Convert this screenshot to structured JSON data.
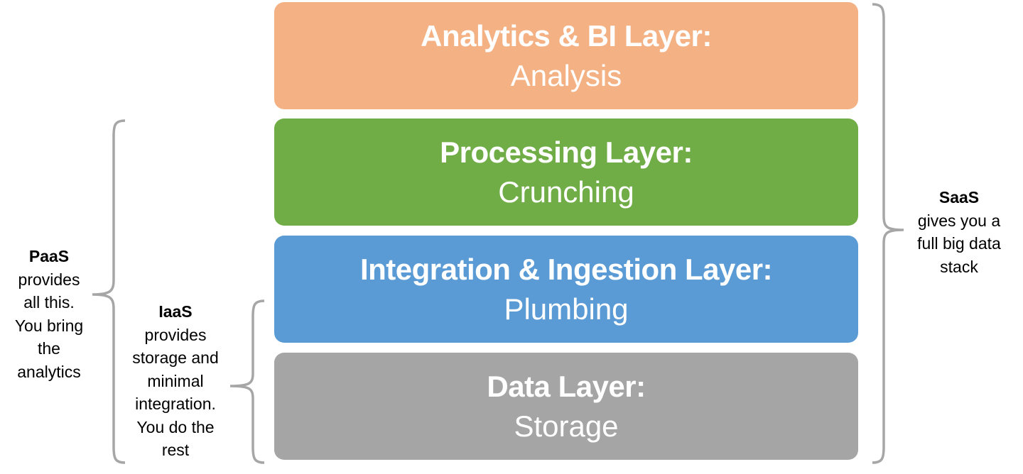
{
  "layers": [
    {
      "title": "Analytics & BI Layer:",
      "subtitle": "Analysis",
      "color": "#F4B183"
    },
    {
      "title": "Processing Layer:",
      "subtitle": "Crunching",
      "color": "#70AD47"
    },
    {
      "title": "Integration & Ingestion Layer:",
      "subtitle": "Plumbing",
      "color": "#5B9BD5"
    },
    {
      "title": "Data Layer:",
      "subtitle": "Storage",
      "color": "#A5A5A5"
    }
  ],
  "annotations": {
    "saas": {
      "heading": "SaaS",
      "lines": [
        "gives you a",
        "full big data",
        "stack"
      ],
      "spans": "all layers"
    },
    "paas": {
      "heading": "PaaS",
      "lines": [
        "provides",
        "all this.",
        "You bring",
        "the",
        "analytics"
      ],
      "spans": "processing, integration, data layers"
    },
    "iaas": {
      "heading": "IaaS",
      "lines": [
        "provides",
        "storage and",
        "minimal",
        "integration.",
        "You do the",
        "rest"
      ],
      "spans": "integration and data layers"
    }
  },
  "brace_color": "#A6A6A6"
}
